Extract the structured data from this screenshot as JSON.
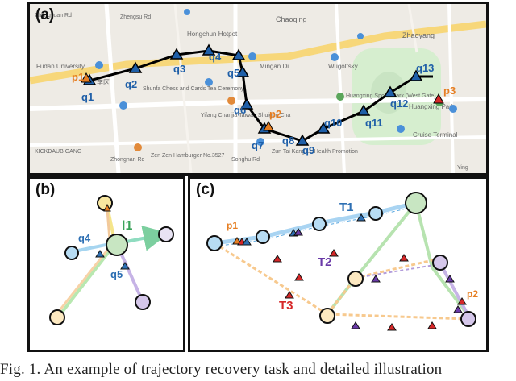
{
  "panels": {
    "a": {
      "label": "(a)",
      "map_labels": [
        "Fudan University",
        "大学区",
        "Shunfa Chess and Cards Tea Ceremony",
        "Hongchun Hotpot",
        "Chaoqing",
        "Zhaoyang",
        "Mingan Di",
        "Wugolfsky",
        "Huangxing Sports Park (West Gate)",
        "Huangxing Park",
        "Cruise Terminal",
        "Yifang Chanjia Taiwan Shuiguo Cha",
        "Zun Tai Kang Le Health Promotion",
        "KICKDAUB GANG",
        "Zen Zen Hamburger No.3527",
        "Zhongyuan Rd",
        "Zhengsu Rd",
        "Zhongnan Rd",
        "Songhu Rd",
        "Ying"
      ],
      "trajectory_points": [
        "q1",
        "q2",
        "q3",
        "q4",
        "q5",
        "q6",
        "q7",
        "q8",
        "q9",
        "q10",
        "q11",
        "q12",
        "q13"
      ],
      "query_points": [
        "p1",
        "p2",
        "p3"
      ]
    },
    "b": {
      "label": "(b)",
      "labels": [
        "l1",
        "q4",
        "q5"
      ]
    },
    "c": {
      "label": "(c)",
      "labels": [
        "T1",
        "T2",
        "T3",
        "p1",
        "p2"
      ]
    }
  },
  "caption": "Fig. 1.   An example of trajectory recovery task and detailed illustration"
}
